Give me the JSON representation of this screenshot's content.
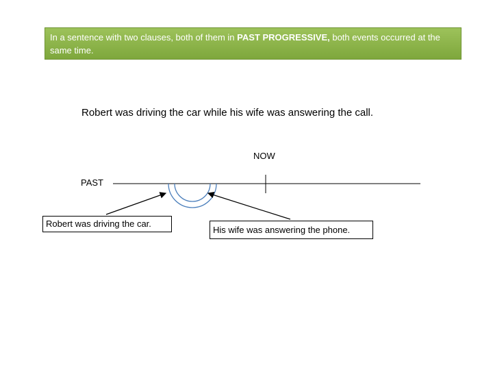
{
  "banner": {
    "text_before": "In a sentence with two clauses, both of them in ",
    "highlight": "PAST  PROGRESSIVE,",
    "text_after": " both events occurred at the same time.",
    "bg_color": "#8cb14a"
  },
  "example_sentence": "Robert was driving the car while his wife was answering the call.",
  "timeline": {
    "now_label": "NOW",
    "past_label": "PAST",
    "arc_color": "#4a7ebb"
  },
  "boxes": {
    "robert": "Robert was driving the car.",
    "wife": "His wife was answering the phone."
  }
}
